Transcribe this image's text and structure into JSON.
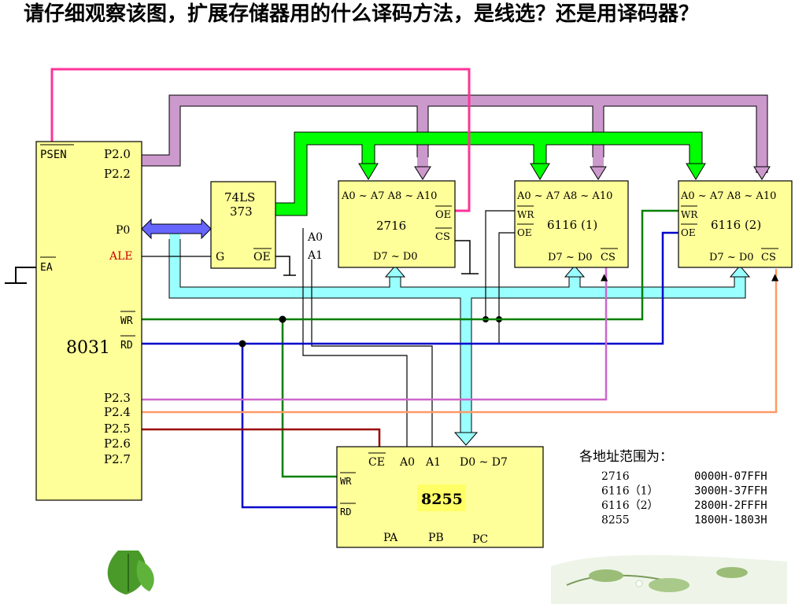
{
  "question": "请仔细观察该图，扩展存储器用的什么译码方法，是线选？还是用译码器？",
  "colors": {
    "chip": "#ffff99",
    "pink": "#ff3399",
    "violet": "#cc99cc",
    "green_bus": "#00ff00",
    "cyan_bus": "#99ffff",
    "blue_bus": "#6666ff",
    "wr_line": "#008000",
    "rd_line": "#0000cc",
    "p23_line": "#cc66cc",
    "p24_line": "#ff9966",
    "p25_line": "#990000",
    "ale_text": "#cc0000"
  },
  "cpu": {
    "name": "8031",
    "psen": "PSEN",
    "ea": "EA",
    "p20": "P2.0",
    "p22": "P2.2",
    "p0": "P0",
    "ale": "ALE",
    "wr": "WR",
    "rd": "RD",
    "p23": "P2.3",
    "p24": "P2.4",
    "p25": "P2.5",
    "p26": "P2.6",
    "p27": "P2.7"
  },
  "latch": {
    "name_l1": "74LS",
    "name_l2": "373",
    "g": "G",
    "oe": "OE",
    "a0": "A0",
    "a1": "A1"
  },
  "eprom": {
    "addr": "A0 ~ A7 A8 ~ A10",
    "name": "2716",
    "oe": "OE",
    "cs": "CS",
    "data": "D7 ~ D0"
  },
  "ram1": {
    "addr": "A0 ~ A7 A8 ~ A10",
    "wr": "WR",
    "oe": "OE",
    "name": "6116 (1)",
    "data": "D7 ~ D0",
    "cs": "CS"
  },
  "ram2": {
    "addr": "A0 ~ A7 A8 ~ A10",
    "wr": "WR",
    "oe": "OE",
    "name": "6116 (2)",
    "data": "D7 ~ D0",
    "cs": "CS"
  },
  "ppi": {
    "ce": "CE",
    "a0": "A0",
    "a1": "A1",
    "data": "D0 ~ D7",
    "wr": "WR",
    "rd": "RD",
    "name": "8255",
    "pa": "PA",
    "pb": "PB",
    "pc": "PC"
  },
  "address_table": {
    "title": "各地址范围为：",
    "rows": [
      {
        "chip": "2716",
        "range": "0000H-07FFH"
      },
      {
        "chip": "6116（1）",
        "range": "3000H-37FFH"
      },
      {
        "chip": "6116（2）",
        "range": "2800H-2FFFH"
      },
      {
        "chip": "8255",
        "range": "1800H-1803H"
      }
    ]
  }
}
